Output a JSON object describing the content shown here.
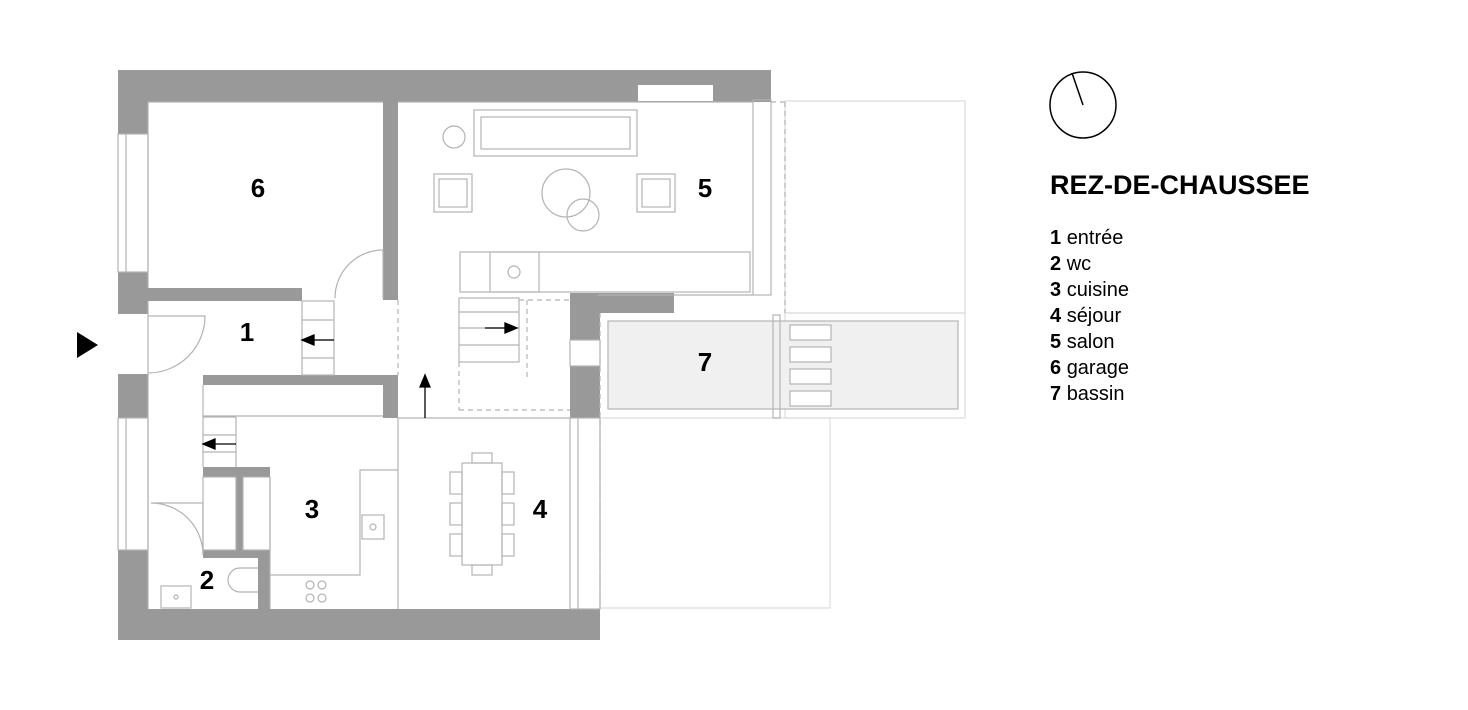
{
  "title": "REZ-DE-CHAUSSEE",
  "rooms": [
    {
      "num": "1",
      "name": "entrée"
    },
    {
      "num": "2",
      "name": "wc"
    },
    {
      "num": "3",
      "name": "cuisine"
    },
    {
      "num": "4",
      "name": "séjour"
    },
    {
      "num": "5",
      "name": "salon"
    },
    {
      "num": "6",
      "name": "garage"
    },
    {
      "num": "7",
      "name": "bassin"
    }
  ],
  "colors": {
    "wall": "#999999",
    "line": "#b3b3b3",
    "pool": "#f0f0f0"
  },
  "icons": {
    "compass": "north-compass-icon",
    "entrance": "entrance-arrow-icon"
  }
}
